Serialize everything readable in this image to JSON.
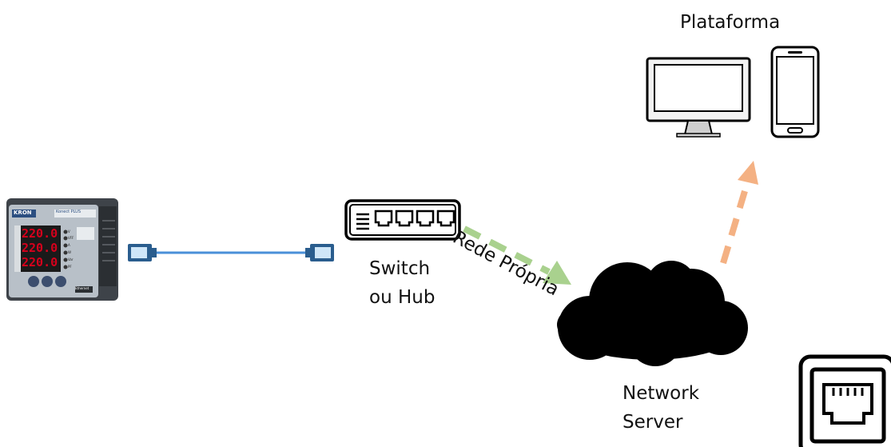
{
  "labels": {
    "platform": "Plataforma",
    "switch_line1": "Switch",
    "switch_line2": "ou Hub",
    "network_line1": "Network",
    "network_line2": "Server",
    "own_network": "Rede Própria"
  },
  "meter": {
    "brand": "KRON",
    "model": "Konect PLUS",
    "readings": [
      "220.0",
      "220.0",
      "220.0"
    ],
    "indicators": [
      "V",
      "VFF",
      "A",
      "W",
      "Var",
      "PF"
    ],
    "tag": "Ethernet"
  },
  "icons": {
    "meter": "power-meter-icon",
    "cable": "ethernet-cable-icon",
    "switch": "network-switch-icon",
    "cloud": "cloud-icon",
    "monitor": "desktop-monitor-icon",
    "phone": "smartphone-icon",
    "port": "ethernet-port-icon"
  },
  "colors": {
    "cable": "#4a90d9",
    "green_arrow": "#a9d18e",
    "orange_arrow": "#f4b183",
    "meter_display": "#d6001c",
    "meter_body": "#9aa3ad"
  }
}
